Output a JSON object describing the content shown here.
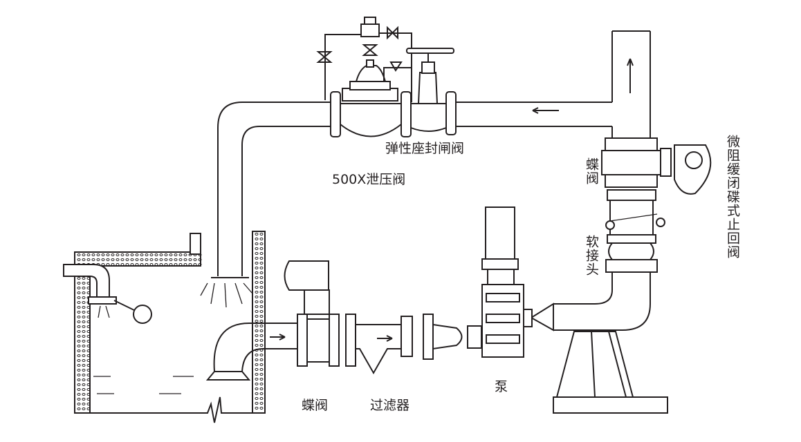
{
  "labels": {
    "gate_valve": "弹性座封闸阀",
    "relief_valve": "500X泄压阀",
    "butterfly_valve_right": "蝶阀",
    "soft_joint": "软接头",
    "check_valve": "微阻缓闭碟式止回阀",
    "butterfly_valve_bottom": "蝶阀",
    "filter": "过滤器",
    "pump": "泵"
  },
  "colors": {
    "line": "#231f20",
    "background": "#ffffff"
  }
}
